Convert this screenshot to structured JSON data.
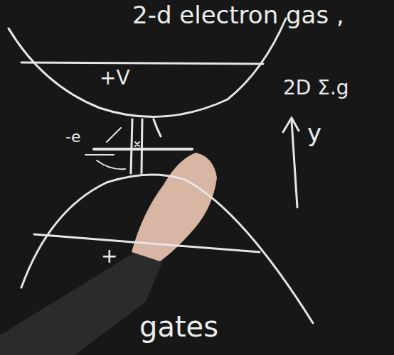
{
  "diagram": {
    "nodes": [
      {
        "text": [
          "+V"
        ]
      },
      {
        "text": [
          "+"
        ]
      }
    ],
    "labels": [
      "2-d electron gas ,",
      "2D Σ.g",
      "y",
      "-e",
      "gates"
    ]
  }
}
